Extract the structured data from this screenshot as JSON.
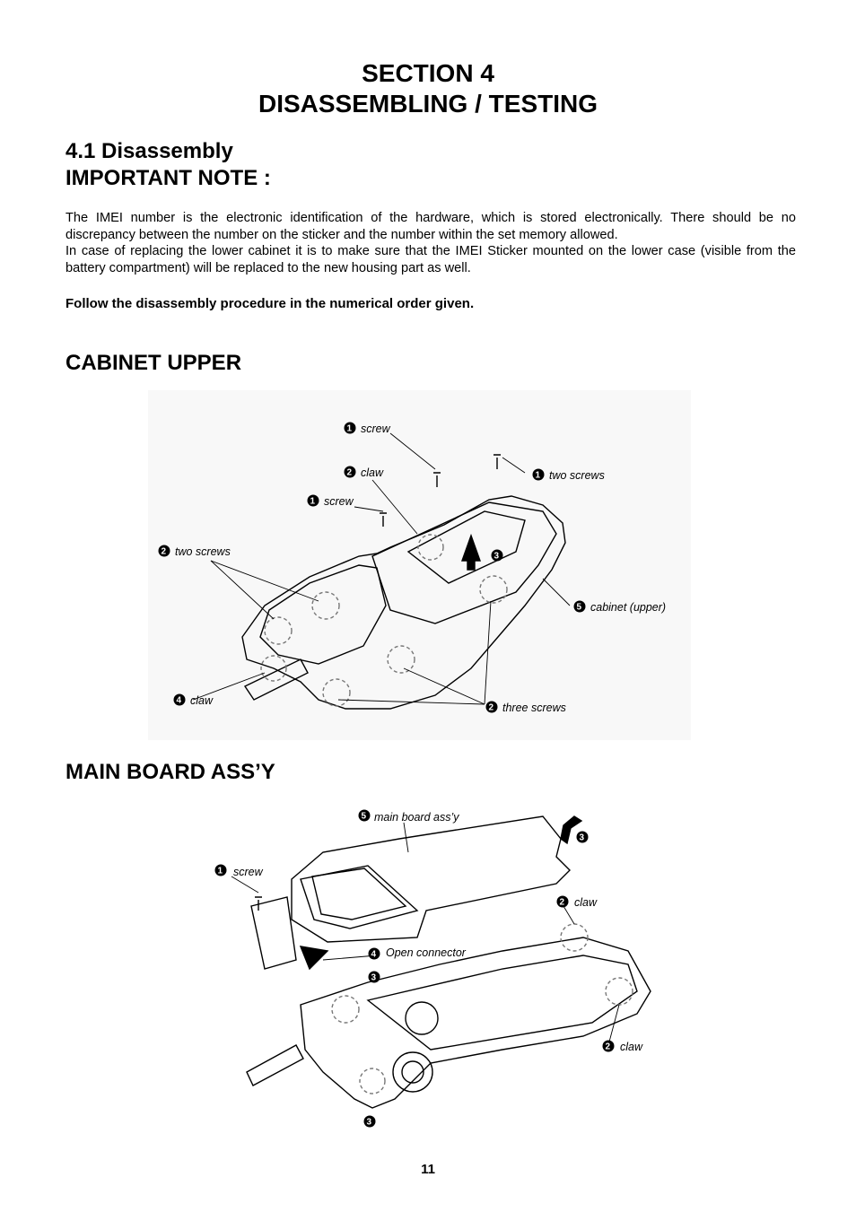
{
  "header": {
    "section_title": "SECTION 4",
    "section_subtitle": "DISASSEMBLING / TESTING"
  },
  "intro": {
    "heading_disassembly": "4.1 Disassembly",
    "heading_note": "IMPORTANT NOTE :",
    "paragraph_1": "The IMEI number is the electronic identification of the hardware, which is stored electronically. There should be no discrepancy between the number on the sticker and the number within the set memory allowed.",
    "paragraph_2": "In case of replacing the lower cabinet it is to make sure that the IMEI Sticker mounted on the lower case (visible from the battery compartment) will be replaced to the new housing part as well.",
    "instruction": "Follow the disassembly procedure in the numerical order given."
  },
  "cabinet_upper": {
    "heading": "CABINET UPPER",
    "callouts": [
      {
        "num": "1",
        "label": "screw"
      },
      {
        "num": "2",
        "label": "claw"
      },
      {
        "num": "1",
        "label": "screw"
      },
      {
        "num": "1",
        "label": "two screws"
      },
      {
        "num": "2",
        "label": "two screws"
      },
      {
        "num": "3",
        "label": ""
      },
      {
        "num": "5",
        "label": "cabinet (upper)"
      },
      {
        "num": "4",
        "label": "claw"
      },
      {
        "num": "2",
        "label": "three screws"
      }
    ]
  },
  "main_board": {
    "heading": "MAIN BOARD ASS’Y",
    "callouts": [
      {
        "num": "5",
        "label": "main board ass’y"
      },
      {
        "num": "3",
        "label": ""
      },
      {
        "num": "1",
        "label": "screw"
      },
      {
        "num": "2",
        "label": "claw"
      },
      {
        "num": "4",
        "label": "Open connector"
      },
      {
        "num": "3",
        "label": ""
      },
      {
        "num": "2",
        "label": "claw"
      },
      {
        "num": "3",
        "label": ""
      }
    ]
  },
  "footer": {
    "page_number": "11"
  }
}
